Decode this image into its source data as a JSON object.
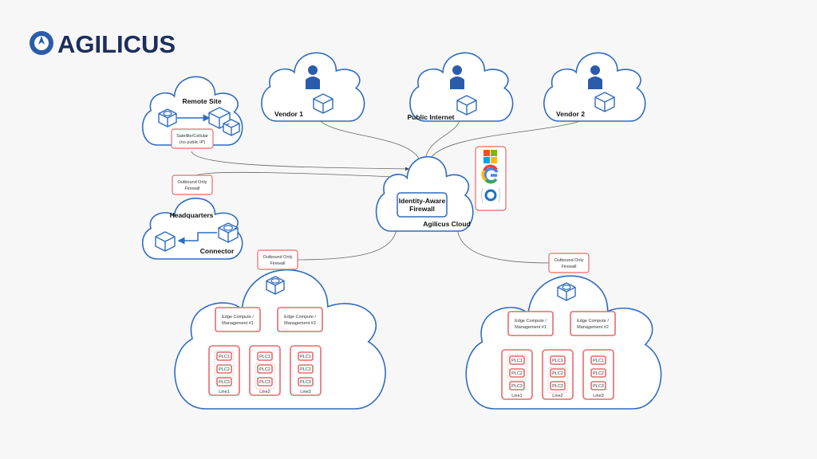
{
  "logo": {
    "text": "AGILICUS",
    "color": "#1c2e5a"
  },
  "colors": {
    "cloud_stroke": "#2f6cc0",
    "box_stroke": "#e86a6a",
    "connector": "#666666"
  },
  "remote_site": {
    "title": "Remote Site",
    "link_note": [
      "Satellite/Cellular",
      "(no public IP)"
    ]
  },
  "headquarters": {
    "title": "Headquarters",
    "connector_label": "Connector",
    "firewall_note": [
      "Outbound Only",
      "Firewall"
    ]
  },
  "vendors": [
    {
      "label": "Vendor 1"
    },
    {
      "label": "Public Internet"
    },
    {
      "label": "Vendor 2"
    }
  ],
  "agilicus_cloud": {
    "label": "Agilicus Cloud",
    "firewall": [
      "Identity-Aware",
      "Firewall"
    ],
    "identity_providers": [
      "microsoft-icon",
      "google-icon",
      "openid-icon"
    ]
  },
  "sites": [
    {
      "firewall_note": [
        "Outbound Only",
        "Firewall"
      ],
      "edge": [
        [
          "Edge Compute /",
          "Management #1"
        ],
        [
          "Edge Compute /",
          "Management #2"
        ]
      ],
      "lines": [
        {
          "label": "Line1",
          "plcs": [
            "PLC1",
            "PLC2",
            "PLC3"
          ]
        },
        {
          "label": "Line2",
          "plcs": [
            "PLC1",
            "PLC2",
            "PLC3"
          ]
        },
        {
          "label": "Line3",
          "plcs": [
            "PLC1",
            "PLC2",
            "PLC3"
          ]
        }
      ]
    },
    {
      "firewall_note": [
        "Outbound Only",
        "Firewall"
      ],
      "edge": [
        [
          "Edge Compute /",
          "Management #1"
        ],
        [
          "Edge Compute /",
          "Management #2"
        ]
      ],
      "lines": [
        {
          "label": "Line1",
          "plcs": [
            "PLC1",
            "PLC2",
            "PLC3"
          ]
        },
        {
          "label": "Line2",
          "plcs": [
            "PLC1",
            "PLC2",
            "PLC3"
          ]
        },
        {
          "label": "Line3",
          "plcs": [
            "PLC1",
            "PLC2",
            "PLC3"
          ]
        }
      ]
    }
  ]
}
